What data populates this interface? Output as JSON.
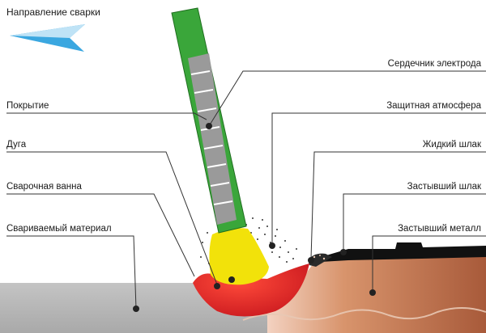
{
  "direction": {
    "label": "Направление сварки",
    "arrow_color": "#3aa7e0",
    "icon": "left-arrow-icon"
  },
  "labels_left": [
    "Покрытие",
    "Дуга",
    "Сварочная ванна",
    "Свариваемый материал"
  ],
  "labels_right": [
    "Сердечник электрода",
    "Защитная атмосфера",
    "Жидкий шлак",
    "Застывший шлак",
    "Застывший металл"
  ],
  "colors": {
    "coating": "#3aa63a",
    "core": "#9a9a9a",
    "arc": "#f2e20a",
    "weld_pool": "#e8232b",
    "base_metal": "#b5b5b5",
    "solidified_metal": "#c0714a",
    "solidified_slag": "#111111"
  }
}
